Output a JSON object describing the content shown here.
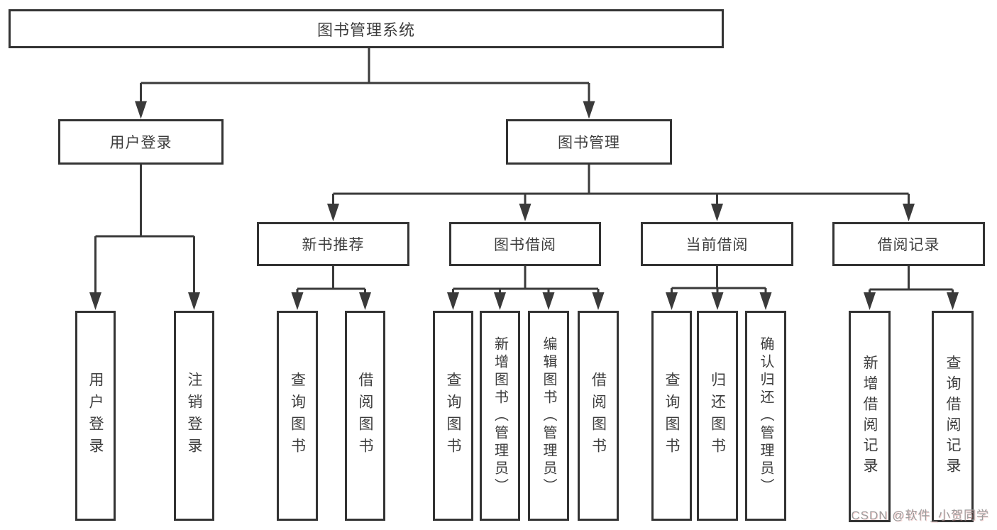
{
  "diagram": {
    "type": "hierarchy-diagram",
    "root": {
      "label": "图书管理系统",
      "children": [
        {
          "label": "用户登录",
          "children": [
            {
              "label": "用户登录"
            },
            {
              "label": "注销登录"
            }
          ]
        },
        {
          "label": "图书管理",
          "children": [
            {
              "label": "新书推荐",
              "children": [
                {
                  "label": "查询图书"
                },
                {
                  "label": "借阅图书"
                }
              ]
            },
            {
              "label": "图书借阅",
              "children": [
                {
                  "label": "查询图书"
                },
                {
                  "label": "新增图书（管理员）"
                },
                {
                  "label": "编辑图书（管理员）"
                },
                {
                  "label": "借阅图书"
                }
              ]
            },
            {
              "label": "当前借阅",
              "children": [
                {
                  "label": "查询图书"
                },
                {
                  "label": "归还图书"
                },
                {
                  "label": "确认归还（管理员）"
                }
              ]
            },
            {
              "label": "借阅记录",
              "children": [
                {
                  "label": "新增借阅记录"
                },
                {
                  "label": "查询借阅记录"
                }
              ]
            }
          ]
        }
      ]
    }
  },
  "watermark": {
    "text": "CSDN @软件_小贺同学"
  },
  "colors": {
    "line": "#3a3a3a",
    "box_border": "#333333",
    "text": "#3d3d3d",
    "background": "#ffffff",
    "watermark": "#9c9c9c"
  }
}
